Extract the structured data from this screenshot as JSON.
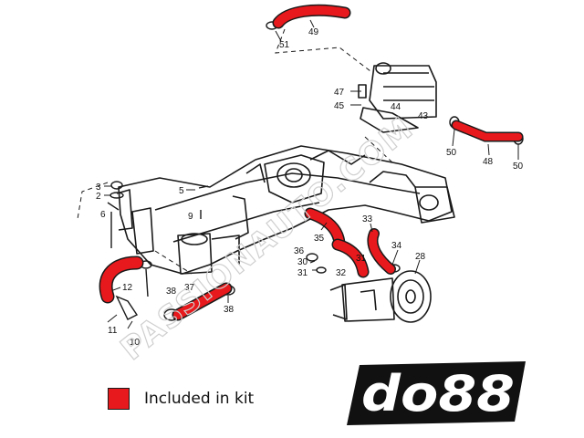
{
  "diagram": {
    "watermark": "PASSIONAUTO.COM",
    "part_labels": {
      "p51": "51",
      "p49": "49",
      "p47": "47",
      "p45": "45",
      "p44": "44",
      "p43": "43",
      "p50a": "50",
      "p48": "48",
      "p50b": "50",
      "p3": "3",
      "p2": "2",
      "p6": "6",
      "p5": "5",
      "p9": "9",
      "p35": "35",
      "p33": "33",
      "p36": "36",
      "p34": "34",
      "p28": "28",
      "p30": "30",
      "p31a": "31",
      "p32": "32",
      "p31b": "31",
      "p12": "12",
      "p38a": "38",
      "p37": "37",
      "p38b": "38",
      "p11": "11",
      "p10": "10"
    }
  },
  "legend": {
    "label": "Included in kit",
    "swatch_color": "#e8191c"
  },
  "brand": {
    "logo_text": "do88"
  },
  "colors": {
    "hose": "#e8191c",
    "line": "#1a1a1a",
    "background": "#ffffff"
  }
}
